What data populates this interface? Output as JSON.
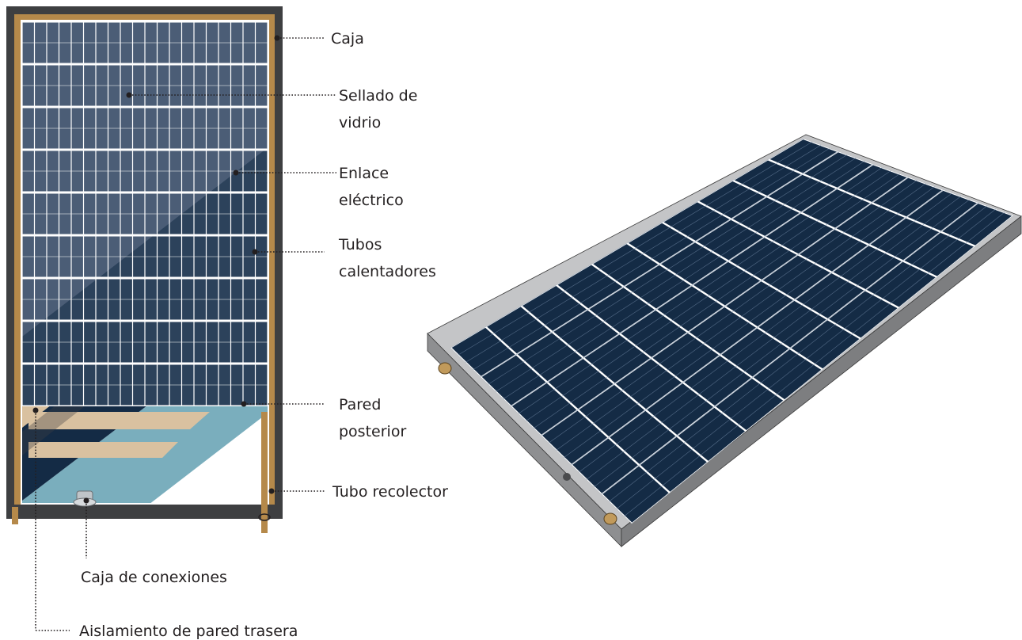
{
  "labels": {
    "caja": "Caja",
    "sellado_line1": "Sellado de",
    "sellado_line2": "vidrio",
    "enlace_line1": "Enlace",
    "enlace_line2": "eléctrico",
    "tubos_line1": "Tubos",
    "tubos_line2": "calentadores",
    "pared_line1": "Pared",
    "pared_line2": "posterior",
    "tubo_recolector": "Tubo recolector",
    "caja_conexiones": "Caja de conexiones",
    "aislamiento": "Aislamiento de pared trasera"
  },
  "colors": {
    "frame": "#3e3f41",
    "copper": "#b5894a",
    "glass_cell": "#4b5d76",
    "dark_cell": "#142b45",
    "pipe": "#d9c1a0",
    "back_wall": "#7aaebd",
    "panel_side": "#9b9c9e",
    "panel_top_rim": "#c4c5c7"
  }
}
